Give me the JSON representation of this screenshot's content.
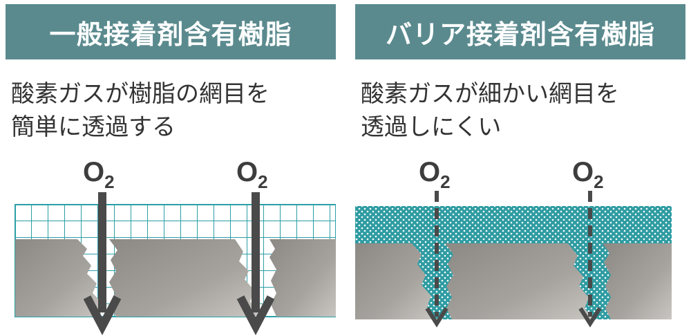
{
  "colors": {
    "header_bg": "#5a8a8e",
    "mesh": "#2a9ea5",
    "barrier_fill": "#2e9ca2",
    "substrate": "#8b8883",
    "arrow": "#4a4a4a"
  },
  "left_panel": {
    "title": "一般接着剤含有樹脂",
    "description_line1": "酸素ガスが樹脂の網目を",
    "description_line2": "簡単に透過する",
    "o2_labels": [
      {
        "main": "O",
        "sub": "2"
      },
      {
        "main": "O",
        "sub": "2"
      }
    ],
    "arrow_style": "solid"
  },
  "right_panel": {
    "title": "バリア接着剤含有樹脂",
    "description_line1": "酸素ガスが細かい網目を",
    "description_line2": "透過しにくい",
    "o2_labels": [
      {
        "main": "O",
        "sub": "2"
      },
      {
        "main": "O",
        "sub": "2"
      }
    ],
    "arrow_style": "dashed"
  }
}
